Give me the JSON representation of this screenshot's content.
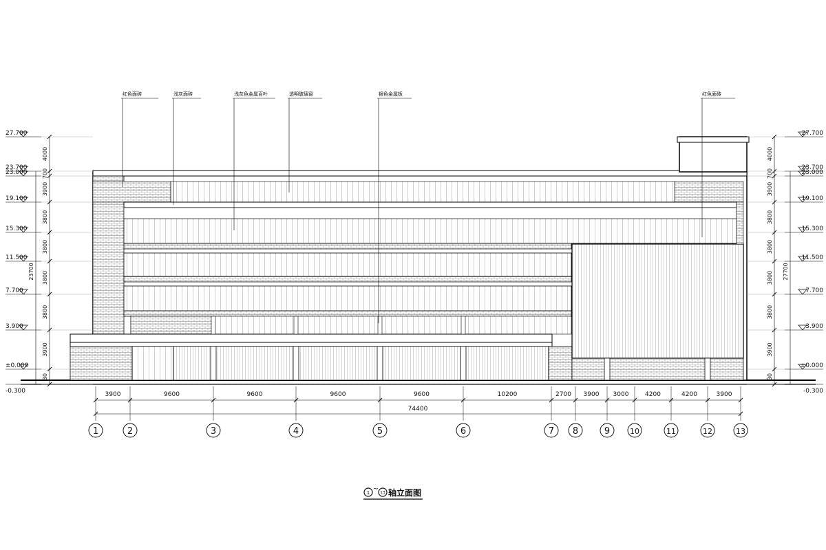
{
  "drawing_title": "轴立面图",
  "title_axis_start": "1",
  "title_axis_end": "13",
  "title_tilde": "~",
  "material_labels": [
    "红色面砖",
    "浅灰面砖",
    "浅灰色金属百叶",
    "透明玻璃窗",
    "银色金属板",
    "红色面砖"
  ],
  "elevations_left": [
    "27.700",
    "23.700",
    "23.000",
    "19.100",
    "15.300",
    "11.500",
    "7.700",
    "3.900",
    "±0.000",
    "-0.300"
  ],
  "elevations_right": [
    "27.700",
    "23.700",
    "23.000",
    "19.100",
    "15.300",
    "11.500",
    "7.700",
    "3.900",
    "±0.000",
    "-0.300"
  ],
  "floor_dims_left": [
    "4000",
    "700",
    "3900",
    "3800",
    "3800",
    "3800",
    "3800",
    "3900",
    "30"
  ],
  "floor_dims_right": [
    "4000",
    "700",
    "3900",
    "3800",
    "3800",
    "3800",
    "3800",
    "3900",
    "30"
  ],
  "overall_height_left": "23700",
  "overall_height_right": "27700",
  "bay_dims": [
    "3900",
    "9600",
    "9600",
    "9600",
    "9600",
    "10200",
    "2700",
    "3900",
    "3000",
    "4200",
    "4200",
    "3900"
  ],
  "total_width": "74400",
  "axes": [
    "1",
    "2",
    "3",
    "4",
    "5",
    "6",
    "7",
    "8",
    "9",
    "10",
    "11",
    "12",
    "13"
  ],
  "colors": {
    "line": "#000000",
    "hatch": "#555555",
    "background": "#ffffff"
  }
}
